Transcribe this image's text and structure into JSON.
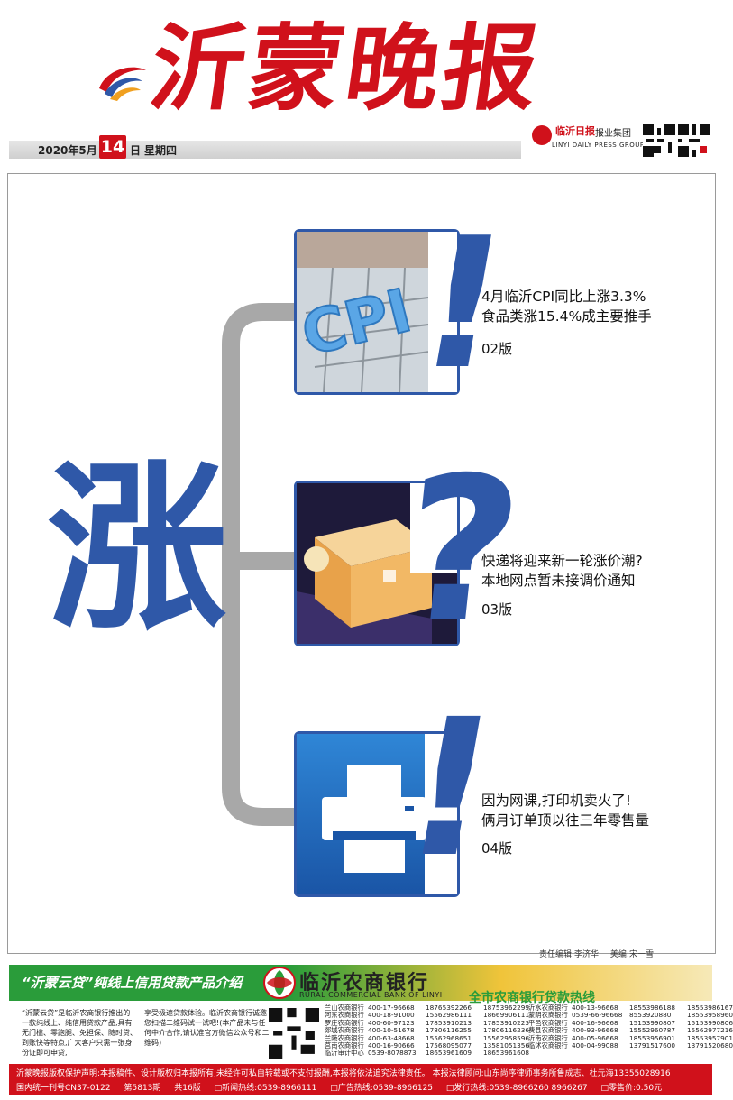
{
  "masthead": {
    "title": "沂蒙晚报",
    "group_name": "临沂日报",
    "group_suffix": "报业集团",
    "group_en": "LINYI DAILY PRESS GROUP",
    "date_year_month": "2020年5月",
    "date_day": "14",
    "date_day_suffix": "日",
    "weekday": "星期四"
  },
  "colors": {
    "brand_red": "#d0111b",
    "accent_blue": "#2f58a8",
    "branch_gray": "#a8a8a8",
    "bank_green": "#2a9c3a"
  },
  "feature": {
    "big_char": "涨",
    "items": [
      {
        "punct": "!",
        "headline_line1": "4月临沂CPI同比上涨3.3%",
        "headline_line2": "食品类涨15.4%成主要推手",
        "page": "02版",
        "thumb_text": "CPI"
      },
      {
        "punct": "?",
        "headline_line1": "快递将迎来新一轮涨价潮?",
        "headline_line2": "本地网点暂未接调价通知",
        "page": "03版"
      },
      {
        "punct": "!",
        "headline_line1": "因为网课,打印机卖火了!",
        "headline_line2": "俩月订单顶以往三年零售量",
        "page": "04版"
      }
    ]
  },
  "credits": {
    "editor": "责任编辑:李济华",
    "designer": "美编:宋一雪"
  },
  "ad": {
    "slogan": "“沂蒙云贷”纯线上信用贷款产品介绍",
    "bank_name": "临沂农商银行",
    "bank_en": "RURAL COMMERCIAL BANK OF LINYI",
    "hotline_title": "全市农商银行贷款热线",
    "desc1": "“沂蒙云贷”是临沂农商银行推出的一款纯线上、纯信用贷款产品,具有无门槛、零跑腿、免担保、随时贷、到账快等特点,广大客户只需一张身份证即可申贷,",
    "desc2": "享受极速贷款体验。临沂农商银行诚邀您扫描二维码试一试吧!(本产品未与任何中介合作,请认准官方微信公众号和二维码)",
    "contacts_left": [
      {
        "name": "兰山农商银行",
        "phone": "400-17-96668",
        "m1": "18765392266",
        "m2": "18753962299"
      },
      {
        "name": "河东农商银行",
        "phone": "400-18-91000",
        "m1": "15562986111",
        "m2": "18669906111"
      },
      {
        "name": "罗庄农商银行",
        "phone": "400-60-97123",
        "m1": "17853910213",
        "m2": "17853910223"
      },
      {
        "name": "郯城农商银行",
        "phone": "400-10-51678",
        "m1": "17806116255",
        "m2": "17806116236"
      },
      {
        "name": "兰陵农商银行",
        "phone": "400-63-48668",
        "m1": "15562968651",
        "m2": "15562958596"
      },
      {
        "name": "莒南农商银行",
        "phone": "400-16-90666",
        "m1": "17568095077",
        "m2": "13581051356"
      },
      {
        "name": "临沂审计中心",
        "phone": "0539-8078873",
        "m1": "18653961609",
        "m2": "18653961608"
      }
    ],
    "contacts_right": [
      {
        "name": "沂水农商银行",
        "phone": "400-13-96668",
        "m1": "18553986188",
        "m2": "18553986167"
      },
      {
        "name": "蒙阴农商银行",
        "phone": "0539-66-96668",
        "m1": "8553920880",
        "m2": "18553958960"
      },
      {
        "name": "平邑农商银行",
        "phone": "400-16-96668",
        "m1": "15153990807",
        "m2": "15153990806"
      },
      {
        "name": "费县农商银行",
        "phone": "400-93-96668",
        "m1": "15552960787",
        "m2": "15562977216"
      },
      {
        "name": "沂南农商银行",
        "phone": "400-05-96668",
        "m1": "18553956901",
        "m2": "18553957901"
      },
      {
        "name": "临沭农商银行",
        "phone": "400-04-99088",
        "m1": "13791517600",
        "m2": "13791520680"
      }
    ]
  },
  "footer": {
    "line1": "沂蒙晚报版权保护声明:本报稿件、设计版权归本报所有,未经许可私自转载或不支付报酬,本报将依法追究法律责任。 本报法律顾问:山东尚序律师事务所鲁成志、杜元海13355028916",
    "issue": "国内统一刊号CN37-0122",
    "number": "第5813期",
    "pages": "共16版",
    "news_hotline": "□新闻热线:0539-8966111",
    "ad_hotline": "□广告热线:0539-8966125",
    "dist_hotline": "□发行热线:0539-8966260 8966267",
    "price": "□零售价:0.50元"
  }
}
